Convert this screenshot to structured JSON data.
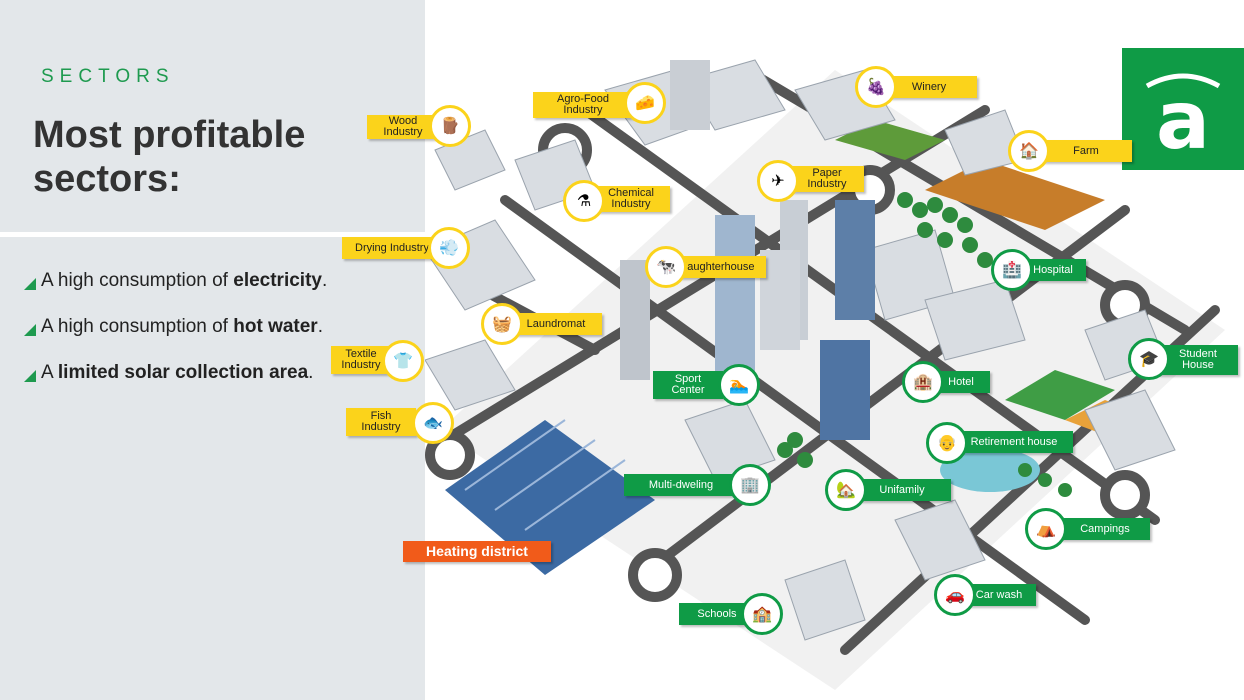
{
  "left": {
    "kicker": "SECTORS",
    "title_line1": "Most profitable",
    "title_line2": "sectors:",
    "bullets": [
      {
        "pre": "A high consumption of ",
        "bold": "electricity",
        "post": "."
      },
      {
        "pre": "A high consumption of ",
        "bold": "hot water",
        "post": "."
      },
      {
        "pre": "A ",
        "bold": "limited solar collection area",
        "post": "."
      }
    ]
  },
  "logo": {
    "letter": "a",
    "color": "#0f9b46"
  },
  "labels": {
    "wood": [
      "Wood",
      "Industry"
    ],
    "agro": [
      "Agro-Food",
      "Industry"
    ],
    "winery": "Winery",
    "farm": "Farm",
    "chemical": [
      "Chemical",
      "Industry"
    ],
    "paper": [
      "Paper",
      "Industry"
    ],
    "drying": "Drying Industry",
    "slaughter": "Slaughterhouse",
    "hospital": "Hospital",
    "laundromat": "Laundromat",
    "textile": [
      "Textile",
      "Industry"
    ],
    "sport": [
      "Sport",
      "Center"
    ],
    "hotel": "Hotel",
    "student": [
      "Student",
      "House"
    ],
    "fish": [
      "Fish",
      "Industry"
    ],
    "retirement": "Retirement house",
    "multi": "Multi-dweling",
    "unifamily": "Unifamily",
    "campings": "Campings",
    "heating": "Heating district",
    "schools": "Schools",
    "carwash": "Car wash"
  },
  "colors": {
    "green": "#0f9b46",
    "yellow": "#fbd31b",
    "orange": "#f15b1a"
  }
}
